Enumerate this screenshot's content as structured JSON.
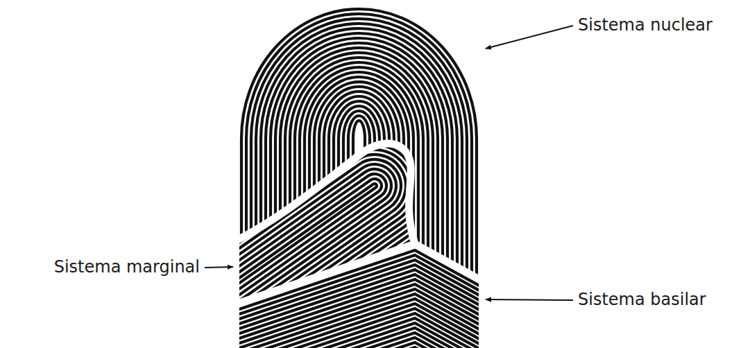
{
  "diagram": {
    "labels": [
      "Sistema nuclear",
      "Sistema marginal",
      "Sistema basilar"
    ]
  }
}
